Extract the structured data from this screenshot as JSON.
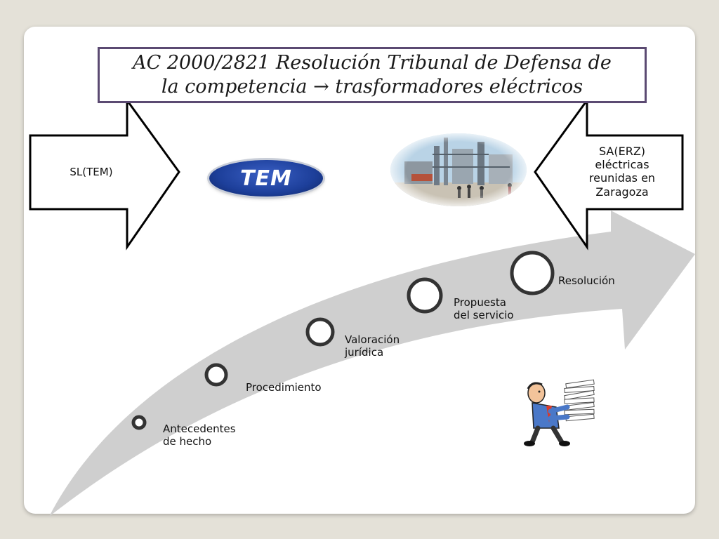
{
  "title": {
    "line1": "AC 2000/2821 Resolución Tribunal de Defensa de",
    "line2": "la competencia",
    "arrow": "→",
    "line2b": "trasformadores eléctricos"
  },
  "parties": {
    "left": "SL(TEM)",
    "right": [
      "SA(ERZ)",
      "eléctricas",
      "reunidas en",
      "Zaragoza"
    ]
  },
  "logo": {
    "text": "TEM"
  },
  "steps": [
    {
      "label": [
        "Antecedentes",
        "de hecho"
      ]
    },
    {
      "label": [
        "Procedimiento"
      ]
    },
    {
      "label": [
        "Valoración",
        "jurídica"
      ]
    },
    {
      "label": [
        "Propuesta",
        "del servicio"
      ]
    },
    {
      "label": [
        "Resolución"
      ]
    }
  ],
  "colors": {
    "background": "#e4e1d8",
    "title_border": "#5b4a72",
    "curved_arrow": "#cfcfcf",
    "circle_stroke": "#333333"
  },
  "icons": {
    "left_arrow": "block-arrow-right",
    "right_arrow": "block-arrow-left",
    "clipart": "man-carrying-papers-icon",
    "photo": "industrial-plant-photo"
  }
}
